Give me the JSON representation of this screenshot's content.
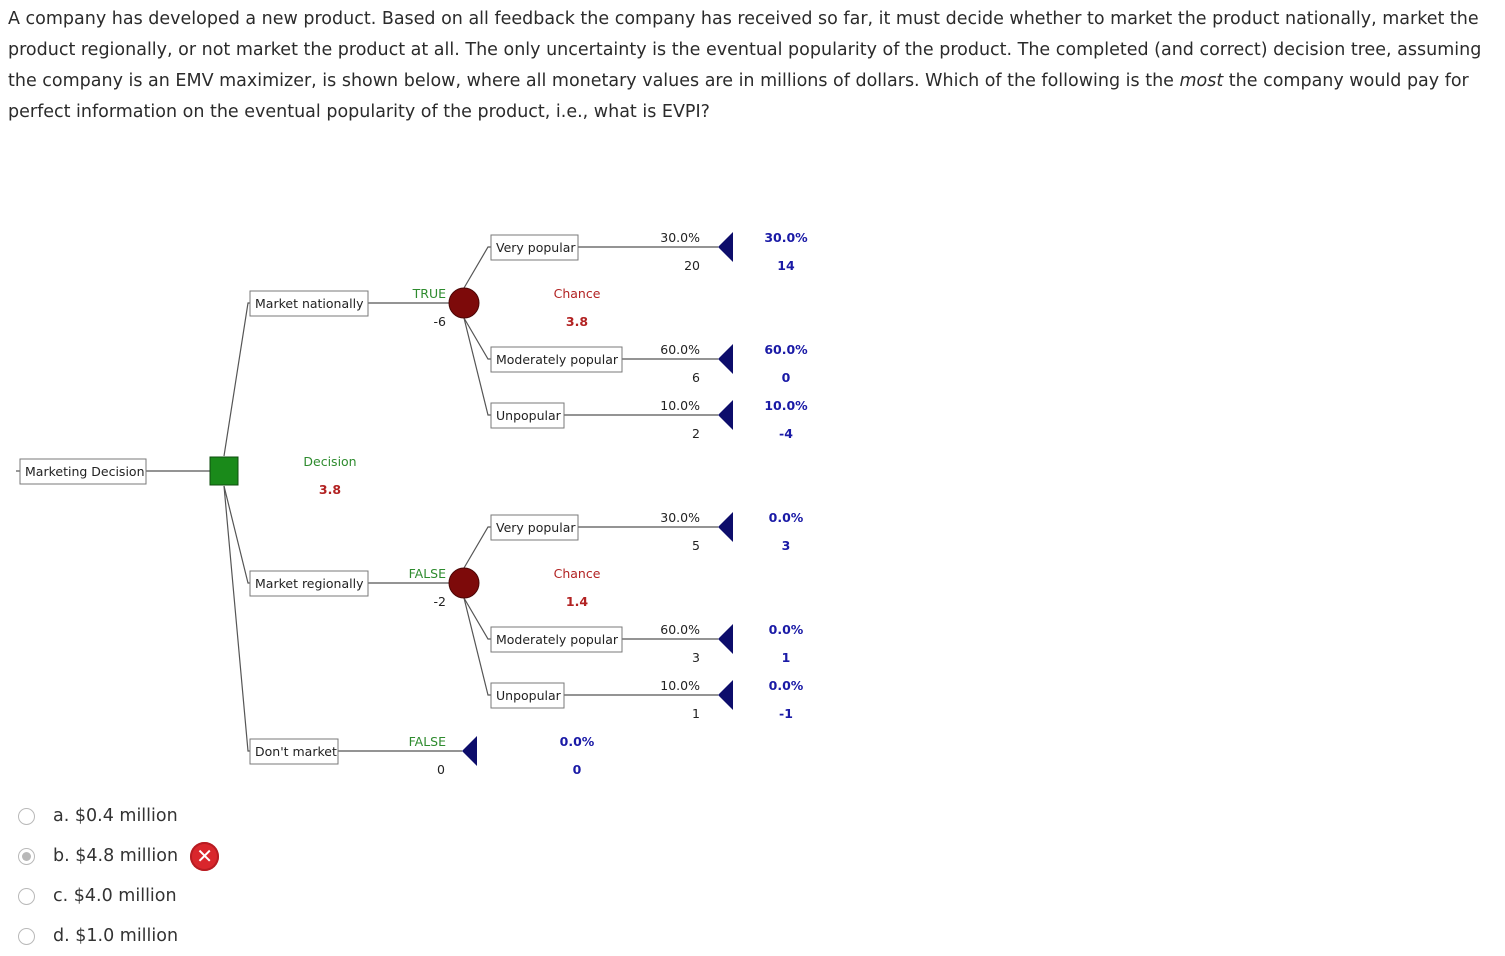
{
  "question": {
    "text_before_em": "A company has developed a new product. Based on all feedback the company has received so far, it must decide whether to market the product nationally, market the product regionally, or not market the product at all. The only uncertainty is the eventual popularity of the product. The completed (and correct) decision tree, assuming the company is an EMV maximizer, is shown below, where all monetary values are in millions of dollars. Which of the following is the ",
    "em": "most",
    "text_after_em": " the company would pay for perfect information on the eventual popularity of the product, i.e., what is EVPI?"
  },
  "tree": {
    "root": {
      "label": "Marketing Decision",
      "type_label": "Decision",
      "value": "3.8"
    },
    "branches": [
      {
        "label": "Market nationally",
        "flag": "TRUE",
        "cost": "-6",
        "node": "chance",
        "type_label": "Chance",
        "value": "3.8",
        "outcomes": [
          {
            "label": "Very popular",
            "prob": "30.0%",
            "payoff": "20",
            "path_prob": "30.0%",
            "path_value": "14"
          },
          {
            "label": "Moderately popular",
            "prob": "60.0%",
            "payoff": "6",
            "path_prob": "60.0%",
            "path_value": "0"
          },
          {
            "label": "Unpopular",
            "prob": "10.0%",
            "payoff": "2",
            "path_prob": "10.0%",
            "path_value": "-4"
          }
        ]
      },
      {
        "label": "Market regionally",
        "flag": "FALSE",
        "cost": "-2",
        "node": "chance",
        "type_label": "Chance",
        "value": "1.4",
        "outcomes": [
          {
            "label": "Very popular",
            "prob": "30.0%",
            "payoff": "5",
            "path_prob": "0.0%",
            "path_value": "3"
          },
          {
            "label": "Moderately popular",
            "prob": "60.0%",
            "payoff": "3",
            "path_prob": "0.0%",
            "path_value": "1"
          },
          {
            "label": "Unpopular",
            "prob": "10.0%",
            "payoff": "1",
            "path_prob": "0.0%",
            "path_value": "-1"
          }
        ]
      },
      {
        "label": "Don't market",
        "flag": "FALSE",
        "cost": "0",
        "node": "end",
        "path_prob": "0.0%",
        "path_value": "0"
      }
    ]
  },
  "colors": {
    "decision_fill": "#1a8a1a",
    "chance_fill": "#7d0a0a",
    "end_fill": "#0d0d6b",
    "green_text": "#2e8b2e",
    "red_text": "#b22222",
    "blue_text": "#1a1aa6"
  },
  "answers": [
    {
      "letter": "a.",
      "text": "$0.4 million",
      "selected": false,
      "wrong": false
    },
    {
      "letter": "b.",
      "text": "$4.8 million",
      "selected": true,
      "wrong": true
    },
    {
      "letter": "c.",
      "text": "$4.0 million",
      "selected": false,
      "wrong": false
    },
    {
      "letter": "d.",
      "text": "$1.0 million",
      "selected": false,
      "wrong": false
    }
  ]
}
